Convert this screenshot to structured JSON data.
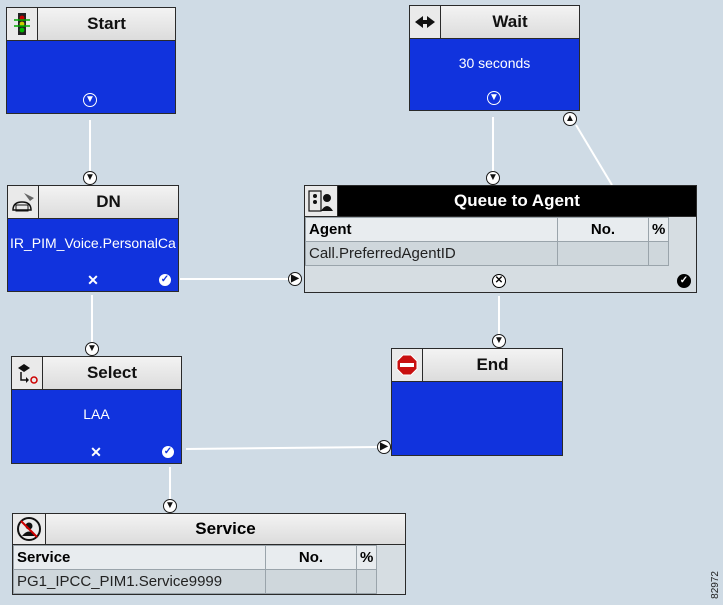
{
  "nodes": {
    "start": {
      "title": "Start",
      "icon": "traffic-light-icon"
    },
    "wait": {
      "title": "Wait",
      "body": "30 seconds",
      "icon": "hourglass-icon"
    },
    "dn": {
      "title": "DN",
      "body": "IR_PIM_Voice.PersonalCa",
      "icon": "phone-icon"
    },
    "select": {
      "title": "Select",
      "body": "LAA",
      "icon": "select-icon"
    },
    "end": {
      "title": "End",
      "icon": "stop-sign-icon"
    },
    "queue": {
      "title": "Queue to Agent",
      "icon": "agent-icon",
      "columns": [
        "Agent",
        "No.",
        "%"
      ],
      "rows": [
        [
          "Call.PreferredAgentID",
          "",
          ""
        ]
      ]
    },
    "service": {
      "title": "Service",
      "icon": "service-icon",
      "columns": [
        "Service",
        "No.",
        "%"
      ],
      "rows": [
        [
          "PG1_IPCC_PIM1.Service9999",
          "",
          ""
        ]
      ]
    }
  },
  "figure_id": "82972",
  "colors": {
    "node_body": "#1133dd",
    "canvas": "#cfdbe5",
    "queue_header": "#000000"
  }
}
